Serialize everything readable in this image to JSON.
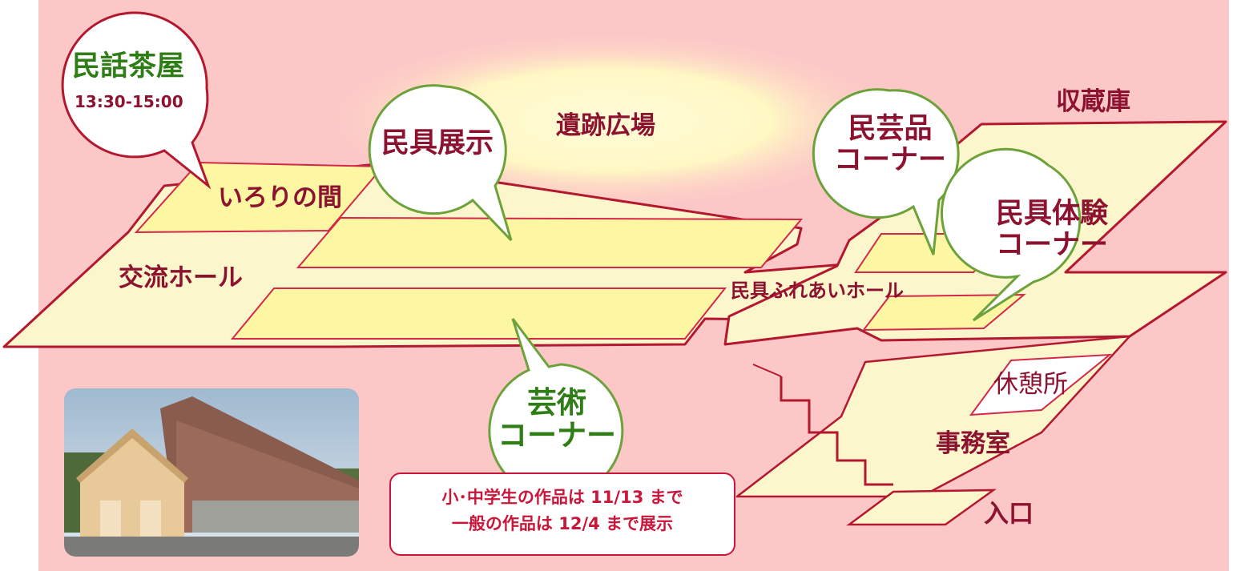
{
  "bubbles": {
    "minwa_chaya": {
      "title": "民話茶屋",
      "time": "13:30-15:00"
    },
    "mingu_tenji": "民具展示",
    "mingeihin": {
      "line1": "民芸品",
      "line2": "コーナー"
    },
    "mingu_taiken": {
      "line1": "民具体験",
      "line2": "コーナー"
    },
    "geijutsu": {
      "line1": "芸術",
      "line2": "コーナー"
    }
  },
  "rooms": {
    "irori": "いろりの間",
    "koryu": "交流ホール",
    "iseki": "遺跡広場",
    "shuzoko": "収蔵庫",
    "fureai": "民具ふれあいホール",
    "kyukei": "休憩所",
    "jimu": "事務室",
    "iriguchi": "入口"
  },
  "notice": {
    "line1": "小･中学生の作品は 11/13 まで",
    "line2": "一般の作品は 12/4 まで展示"
  },
  "colors": {
    "background_pink": "#fcc7c7",
    "floor_light": "#fbf6cc",
    "exhibit_yellow": "#fdf7a4",
    "wall_red": "#b3182f",
    "red_text": "#8c1230",
    "green_text": "#2e7d15",
    "green_outline": "#6da23b",
    "glow": "#fffbd0"
  }
}
